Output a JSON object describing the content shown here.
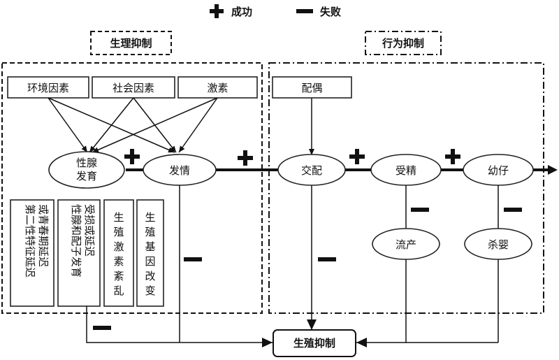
{
  "legend": {
    "success": "成功",
    "failure": "失败"
  },
  "groups": {
    "physiological": "生理抑制",
    "behavioral": "行为抑制"
  },
  "factors": {
    "environment": "环境因素",
    "social": "社会因素",
    "hormone": "激素",
    "mate": "配偶"
  },
  "stages": {
    "gonad_line1": "性腺",
    "gonad_line2": "发育",
    "estrus": "发情",
    "mating": "交配",
    "fertilization": "受精",
    "young": "幼仔",
    "abortion": "流产",
    "infanticide": "杀婴"
  },
  "effects": {
    "secondary_sex": [
      "第二性特征延迟",
      "或青春期延迟"
    ],
    "gonad_damage": [
      "性腺和配子发育",
      "受损或延迟"
    ],
    "hormone_disorder": [
      "生",
      "殖",
      "激",
      "素",
      "紊",
      "乱"
    ],
    "gene_change": [
      "生",
      "殖",
      "基",
      "因",
      "改",
      "变"
    ]
  },
  "result": "生殖抑制"
}
